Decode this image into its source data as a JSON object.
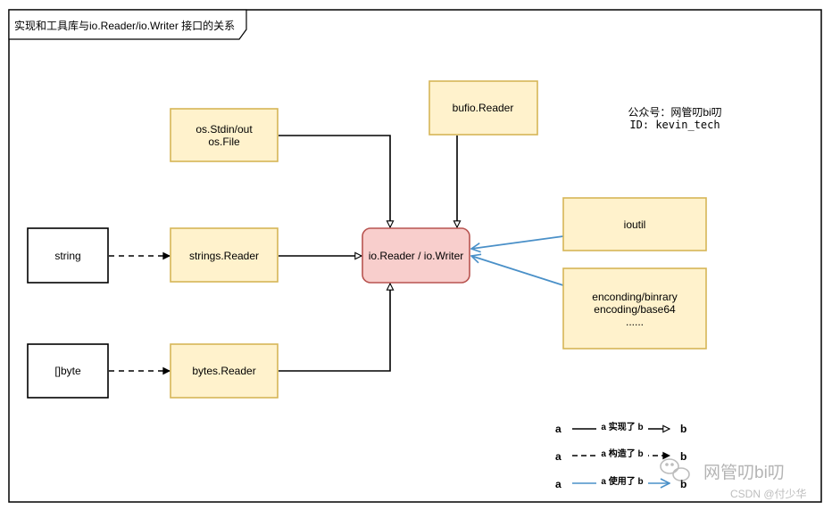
{
  "title": "实现和工具库与io.Reader/io.Writer 接口的关系",
  "nodes": {
    "string": "string",
    "byte": "[]byte",
    "os_stdin": [
      "os.Stdin/out",
      "os.File"
    ],
    "strings_reader": "strings.Reader",
    "bytes_reader": "bytes.Reader",
    "bufio_reader": "bufio.Reader",
    "io_rw": "io.Reader / io.Writer",
    "ioutil": "ioutil",
    "encoding": [
      "enconding/binrary",
      "encoding/base64",
      "......"
    ]
  },
  "info": {
    "line1": "公众号：网管叨bi叨",
    "line2": "ID: kevin_tech"
  },
  "legend": {
    "implements": {
      "a": "a",
      "label": "a 实现了 b",
      "b": "b"
    },
    "constructs": {
      "a": "a",
      "label": "a 构造了 b",
      "b": "b"
    },
    "uses": {
      "a": "a",
      "label": "a 使用了 b",
      "b": "b"
    }
  },
  "watermark": {
    "brand": "网管叨bi叨",
    "csdn": "CSDN @付少华"
  },
  "colors": {
    "box_fill": "#fff2cc",
    "box_stroke": "#d6b656",
    "core_fill": "#f8cecc",
    "core_stroke": "#b85450",
    "use_arrow": "#4a90c8",
    "line": "#000000"
  }
}
